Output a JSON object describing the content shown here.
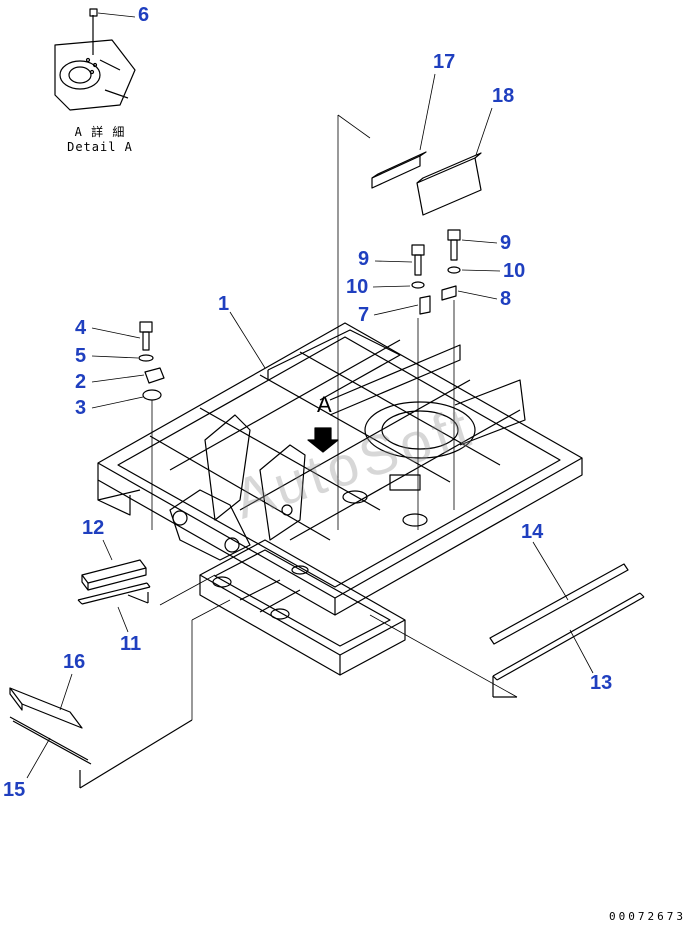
{
  "detail": {
    "caption_jp": "A 詳 細",
    "caption_en": "Detail A"
  },
  "callouts": [
    "6",
    "17",
    "18",
    "9",
    "9",
    "10",
    "10",
    "8",
    "7",
    "1",
    "4",
    "5",
    "2",
    "3",
    "12",
    "11",
    "14",
    "13",
    "16",
    "15"
  ],
  "view_marker": "A",
  "watermark": "AutoSoft",
  "doc_number": "00072673",
  "colors": {
    "callout": "#1f3fbf",
    "line": "#000000"
  }
}
